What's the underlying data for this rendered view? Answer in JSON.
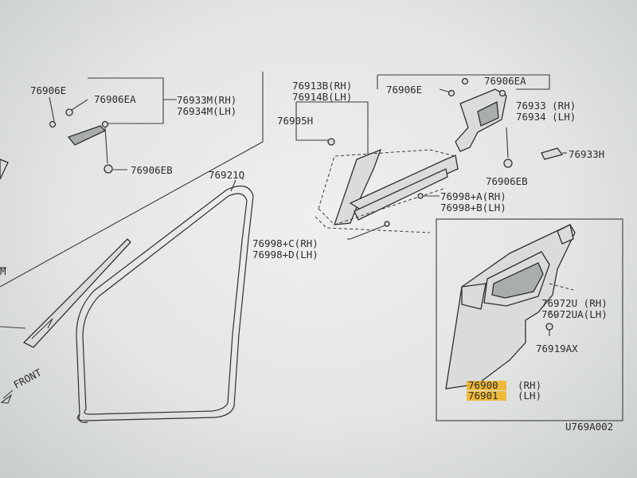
{
  "labels": {
    "l_76906E_left": "76906E",
    "l_76906EA_left": "76906EA",
    "l_76933M": "76933M(RH)",
    "l_76934M": "76934M(LH)",
    "l_76906EB_left": "76906EB",
    "l_76921Q": "76921Q",
    "l_76913B": "76913B(RH)",
    "l_76914B": "76914B(LH)",
    "l_76905H": "76905H",
    "l_76906E_right": "76906E",
    "l_76906EA_right": "76906EA",
    "l_76933": "76933 (RH)",
    "l_76934": "76934 (LH)",
    "l_76933H": "76933H",
    "l_76906EB_right": "76906EB",
    "l_76998A": "76998+A(RH)",
    "l_76998B": "76998+B(LH)",
    "l_76998C": "76998+C(RH)",
    "l_76998D": "76998+D(LH)",
    "l_76972U": "76972U (RH)",
    "l_76972UA": "76972UA(LH)",
    "l_76919AX": "76919AX",
    "l_76900_num": "76900",
    "l_76900_side": "(RH)",
    "l_76901_num": "76901",
    "l_76901_side": "(LH)",
    "l_front": "FRONT",
    "l_edge_m": "M",
    "l_code": "U769A002"
  },
  "colors": {
    "highlight": "#f2b21c",
    "line": "#3a3c3c",
    "paper": "#e6e8e7"
  }
}
